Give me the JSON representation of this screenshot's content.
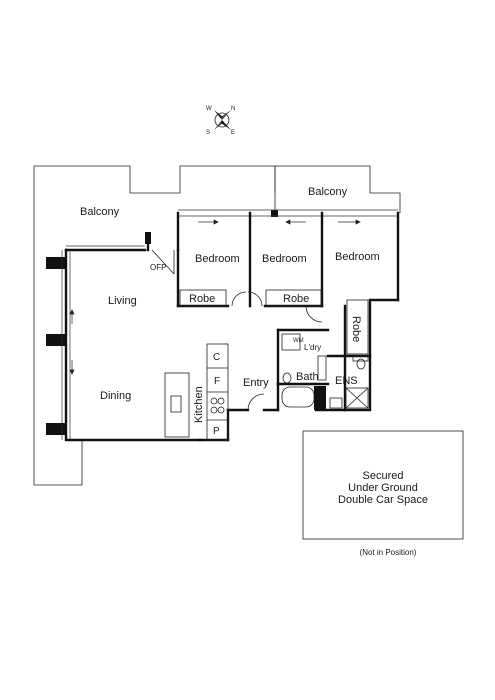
{
  "compass": {
    "north": "N",
    "south": "S",
    "east": "E",
    "west": "W"
  },
  "rooms": {
    "balcony_left": "Balcony",
    "balcony_top": "Balcony",
    "bedroom_1": "Bedroom",
    "bedroom_2": "Bedroom",
    "bedroom_3": "Bedroom",
    "robe_1": "Robe",
    "robe_2": "Robe",
    "robe_3": "Robe",
    "ofp": "OFP",
    "living": "Living",
    "dining": "Dining",
    "kitchen": "Kitchen",
    "entry": "Entry",
    "wm": "WM",
    "laundry": "L'dry",
    "bath": "Bath",
    "ensuite": "ENS"
  },
  "kitchen_fixtures": {
    "c": "C",
    "f": "F",
    "p": "P"
  },
  "parking": {
    "line1": "Secured",
    "line2": "Under Ground",
    "line3": "Double Car Space",
    "note": "(Not in Position)"
  }
}
